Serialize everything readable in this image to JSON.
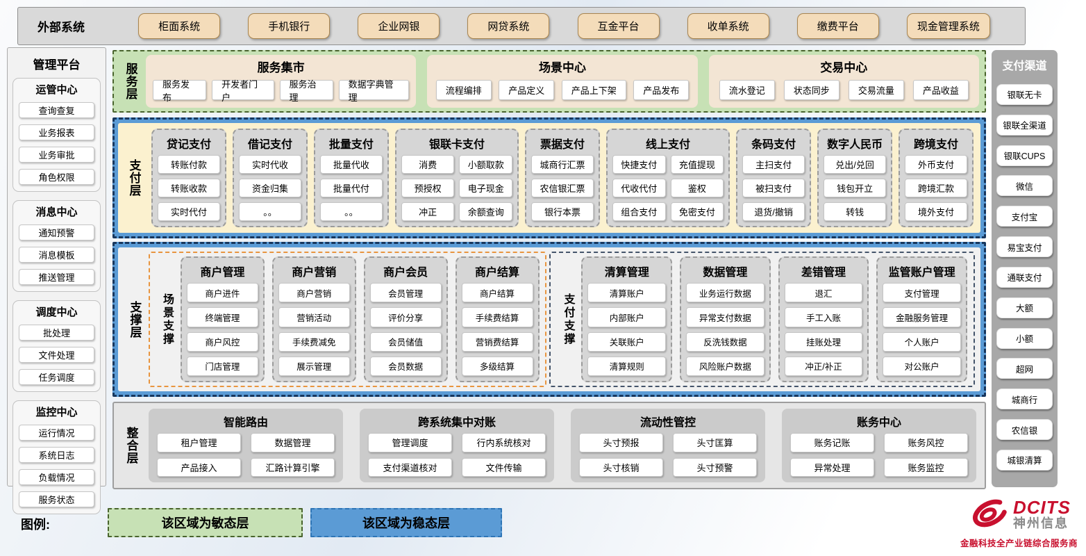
{
  "colors": {
    "agile_green": "#c7e1b5",
    "stable_blue": "#5b9bd5",
    "node_tan": "#f4dcba",
    "brand_red": "#c8102e"
  },
  "external": {
    "label": "外部系统",
    "items": [
      "柜面系统",
      "手机银行",
      "企业网银",
      "网贷系统",
      "互金平台",
      "收单系统",
      "缴费平台",
      "现金管理系统"
    ]
  },
  "management": {
    "title": "管理平台",
    "groups": [
      {
        "title": "运管中心",
        "items": [
          "查询查复",
          "业务报表",
          "业务审批",
          "角色权限"
        ]
      },
      {
        "title": "消息中心",
        "items": [
          "通知预警",
          "消息模板",
          "推送管理"
        ]
      },
      {
        "title": "调度中心",
        "items": [
          "批处理",
          "文件处理",
          "任务调度"
        ]
      },
      {
        "title": "监控中心",
        "items": [
          "运行情况",
          "系统日志",
          "负载情况",
          "服务状态"
        ]
      }
    ]
  },
  "service_layer": {
    "label": "服务层",
    "sections": [
      {
        "title": "服务集市",
        "items": [
          "服务发布",
          "开发者门户",
          "服务治理",
          "数据字典管理"
        ]
      },
      {
        "title": "场景中心",
        "items": [
          "流程编排",
          "产品定义",
          "产品上下架",
          "产品发布"
        ]
      },
      {
        "title": "交易中心",
        "items": [
          "流水登记",
          "状态同步",
          "交易流量",
          "产品收益"
        ]
      }
    ]
  },
  "payment_layer": {
    "label": "支付层",
    "columns": [
      {
        "title": "贷记支付",
        "cols": "1",
        "items": [
          "转账付款",
          "转账收款",
          "实时代付"
        ]
      },
      {
        "title": "借记支付",
        "cols": "1",
        "items": [
          "实时代收",
          "资金归集",
          "。。"
        ]
      },
      {
        "title": "批量支付",
        "cols": "1",
        "items": [
          "批量代收",
          "批量代付",
          "。。"
        ]
      },
      {
        "title": "银联卡支付",
        "cols": "2",
        "items": [
          "消费",
          "小额取款",
          "预授权",
          "电子现金",
          "冲正",
          "余额查询"
        ]
      },
      {
        "title": "票据支付",
        "cols": "1",
        "items": [
          "城商行汇票",
          "农信银汇票",
          "银行本票"
        ]
      },
      {
        "title": "线上支付",
        "cols": "2",
        "items": [
          "快捷支付",
          "充值提现",
          "代收代付",
          "鉴权",
          "组合支付",
          "免密支付"
        ]
      },
      {
        "title": "条码支付",
        "cols": "1",
        "items": [
          "主扫支付",
          "被扫支付",
          "退货/撤销"
        ]
      },
      {
        "title": "数字人民币",
        "cols": "1",
        "items": [
          "兑出/兑回",
          "钱包开立",
          "转钱"
        ]
      },
      {
        "title": "跨境支付",
        "cols": "1",
        "items": [
          "外币支付",
          "跨境汇款",
          "境外支付"
        ]
      }
    ]
  },
  "support_layer": {
    "label": "支撑层",
    "scene": {
      "label": "场景支撑",
      "columns": [
        {
          "title": "商户管理",
          "items": [
            "商户进件",
            "终端管理",
            "商户风控",
            "门店管理"
          ]
        },
        {
          "title": "商户营销",
          "items": [
            "商户营销",
            "营销活动",
            "手续费减免",
            "展示管理"
          ]
        },
        {
          "title": "商户会员",
          "items": [
            "会员管理",
            "评价分享",
            "会员储值",
            "会员数据"
          ]
        },
        {
          "title": "商户结算",
          "items": [
            "商户结算",
            "手续费结算",
            "营销费结算",
            "多级结算"
          ]
        }
      ]
    },
    "pay": {
      "label": "支付支撑",
      "columns": [
        {
          "title": "清算管理",
          "items": [
            "清算账户",
            "内部账户",
            "关联账户",
            "清算规则"
          ]
        },
        {
          "title": "数据管理",
          "items": [
            "业务运行数据",
            "异常支付数据",
            "反洗钱数据",
            "风险账户数据"
          ]
        },
        {
          "title": "差错管理",
          "items": [
            "退汇",
            "手工入账",
            "挂账处理",
            "冲正/补正"
          ]
        },
        {
          "title": "监管账户管理",
          "items": [
            "支付管理",
            "金融服务管理",
            "个人账户",
            "对公账户"
          ]
        }
      ]
    }
  },
  "integration_layer": {
    "label": "整合层",
    "sections": [
      {
        "title": "智能路由",
        "items": [
          "租户管理",
          "数据管理",
          "产品接入",
          "汇路计算引擎"
        ]
      },
      {
        "title": "跨系统集中对账",
        "items": [
          "管理调度",
          "行内系统核对",
          "支付渠道核对",
          "文件传输"
        ]
      },
      {
        "title": "流动性管控",
        "items": [
          "头寸预报",
          "头寸匡算",
          "头寸核销",
          "头寸预警"
        ]
      },
      {
        "title": "账务中心",
        "items": [
          "账务记账",
          "账务风控",
          "异常处理",
          "账务监控"
        ]
      }
    ]
  },
  "channels": {
    "title": "支付渠道",
    "items": [
      "银联无卡",
      "银联全渠道",
      "银联CUPS",
      "微信",
      "支付宝",
      "易宝支付",
      "通联支付",
      "大额",
      "小额",
      "超网",
      "城商行",
      "农信银",
      "城银清算"
    ]
  },
  "legend": {
    "label": "图例:",
    "agile": "该区域为敏态层",
    "stable": "该区域为稳态层"
  },
  "logo": {
    "brand": "DCITS",
    "company": "神州信息",
    "tagline": "金融科技全产业链综合服务商"
  }
}
